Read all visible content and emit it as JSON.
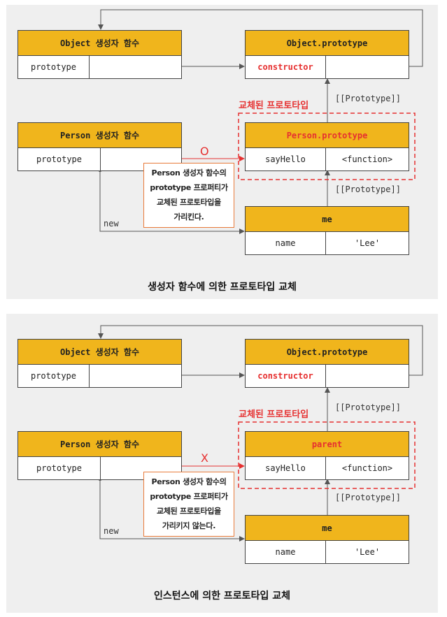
{
  "diagram1": {
    "object_ctor": {
      "title": "Object 생성자 함수",
      "prop": "prototype"
    },
    "object_proto": {
      "title": "Object.prototype",
      "prop": "constructor"
    },
    "person_ctor": {
      "title": "Person 생성자 함수",
      "prop": "prototype"
    },
    "person_proto": {
      "title": "Person.prototype",
      "prop": "sayHello",
      "value": "<function>"
    },
    "me": {
      "title": "me",
      "prop": "name",
      "value": "'Lee'"
    },
    "replaced_label": "교체된 프로토타입",
    "proto_link_upper": "[[Prototype]]",
    "proto_link_lower": "[[Prototype]]",
    "new_label": "new",
    "mark": "O",
    "note": [
      "Person 생성자 함수의",
      "prototype 프로퍼티가",
      "교체된 프로토타입을",
      "가리킨다."
    ],
    "caption": "생성자 함수에 의한 프로토타입 교체"
  },
  "diagram2": {
    "object_ctor": {
      "title": "Object 생성자 함수",
      "prop": "prototype"
    },
    "object_proto": {
      "title": "Object.prototype",
      "prop": "constructor"
    },
    "person_ctor": {
      "title": "Person 생성자 함수",
      "prop": "prototype"
    },
    "parent": {
      "title": "parent",
      "prop": "sayHello",
      "value": "<function>"
    },
    "me": {
      "title": "me",
      "prop": "name",
      "value": "'Lee'"
    },
    "replaced_label": "교체된 프로토타입",
    "proto_link_upper": "[[Prototype]]",
    "proto_link_lower": "[[Prototype]]",
    "new_label": "new",
    "mark": "X",
    "note": [
      "Person 생성자 함수의",
      "prototype 프로퍼티가",
      "교체된 프로토타입을",
      "가리키지 않는다."
    ],
    "caption": "인스턴스에 의한 프로토타입 교체"
  },
  "colors": {
    "header": "#f0b51c",
    "accent_red": "#e63030",
    "note_border": "#e87a3a",
    "panel_bg": "#efefef"
  }
}
